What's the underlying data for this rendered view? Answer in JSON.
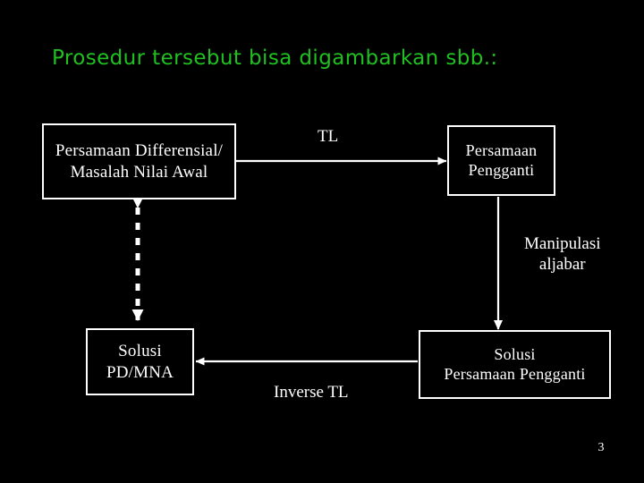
{
  "slide": {
    "title": "Prosedur tersebut bisa digambarkan sbb.:",
    "page_number": "3",
    "background_color": "#000000",
    "title_color": "#1FC01F",
    "diagram_color": "#FFFFFF"
  },
  "diagram": {
    "nodes": [
      {
        "id": "pd-mna",
        "lines": [
          "Persamaan Differensial/",
          "Masalah Nilai Awal"
        ]
      },
      {
        "id": "persamaan-pengganti",
        "lines": [
          "Persamaan",
          "Pengganti"
        ]
      },
      {
        "id": "solusi-pd-mna",
        "lines": [
          "Solusi",
          "PD/MNA"
        ]
      },
      {
        "id": "solusi-persamaan-pengganti",
        "lines": [
          "Solusi",
          "Persamaan Pengganti"
        ]
      }
    ],
    "edges": [
      {
        "id": "tl",
        "label": "TL",
        "from": "pd-mna",
        "to": "persamaan-pengganti",
        "style": "solid",
        "direction": "right"
      },
      {
        "id": "manipulasi-aljabar",
        "label_lines": [
          "Manipulasi",
          "aljabar"
        ],
        "from": "persamaan-pengganti",
        "to": "solusi-persamaan-pengganti",
        "style": "solid",
        "direction": "down"
      },
      {
        "id": "inverse-tl",
        "label": "Inverse TL",
        "from": "solusi-persamaan-pengganti",
        "to": "solusi-pd-mna",
        "style": "solid",
        "direction": "left"
      },
      {
        "id": "dashed-link",
        "label": "",
        "from": "pd-mna",
        "to": "solusi-pd-mna",
        "style": "dashed",
        "direction": "both"
      }
    ]
  }
}
